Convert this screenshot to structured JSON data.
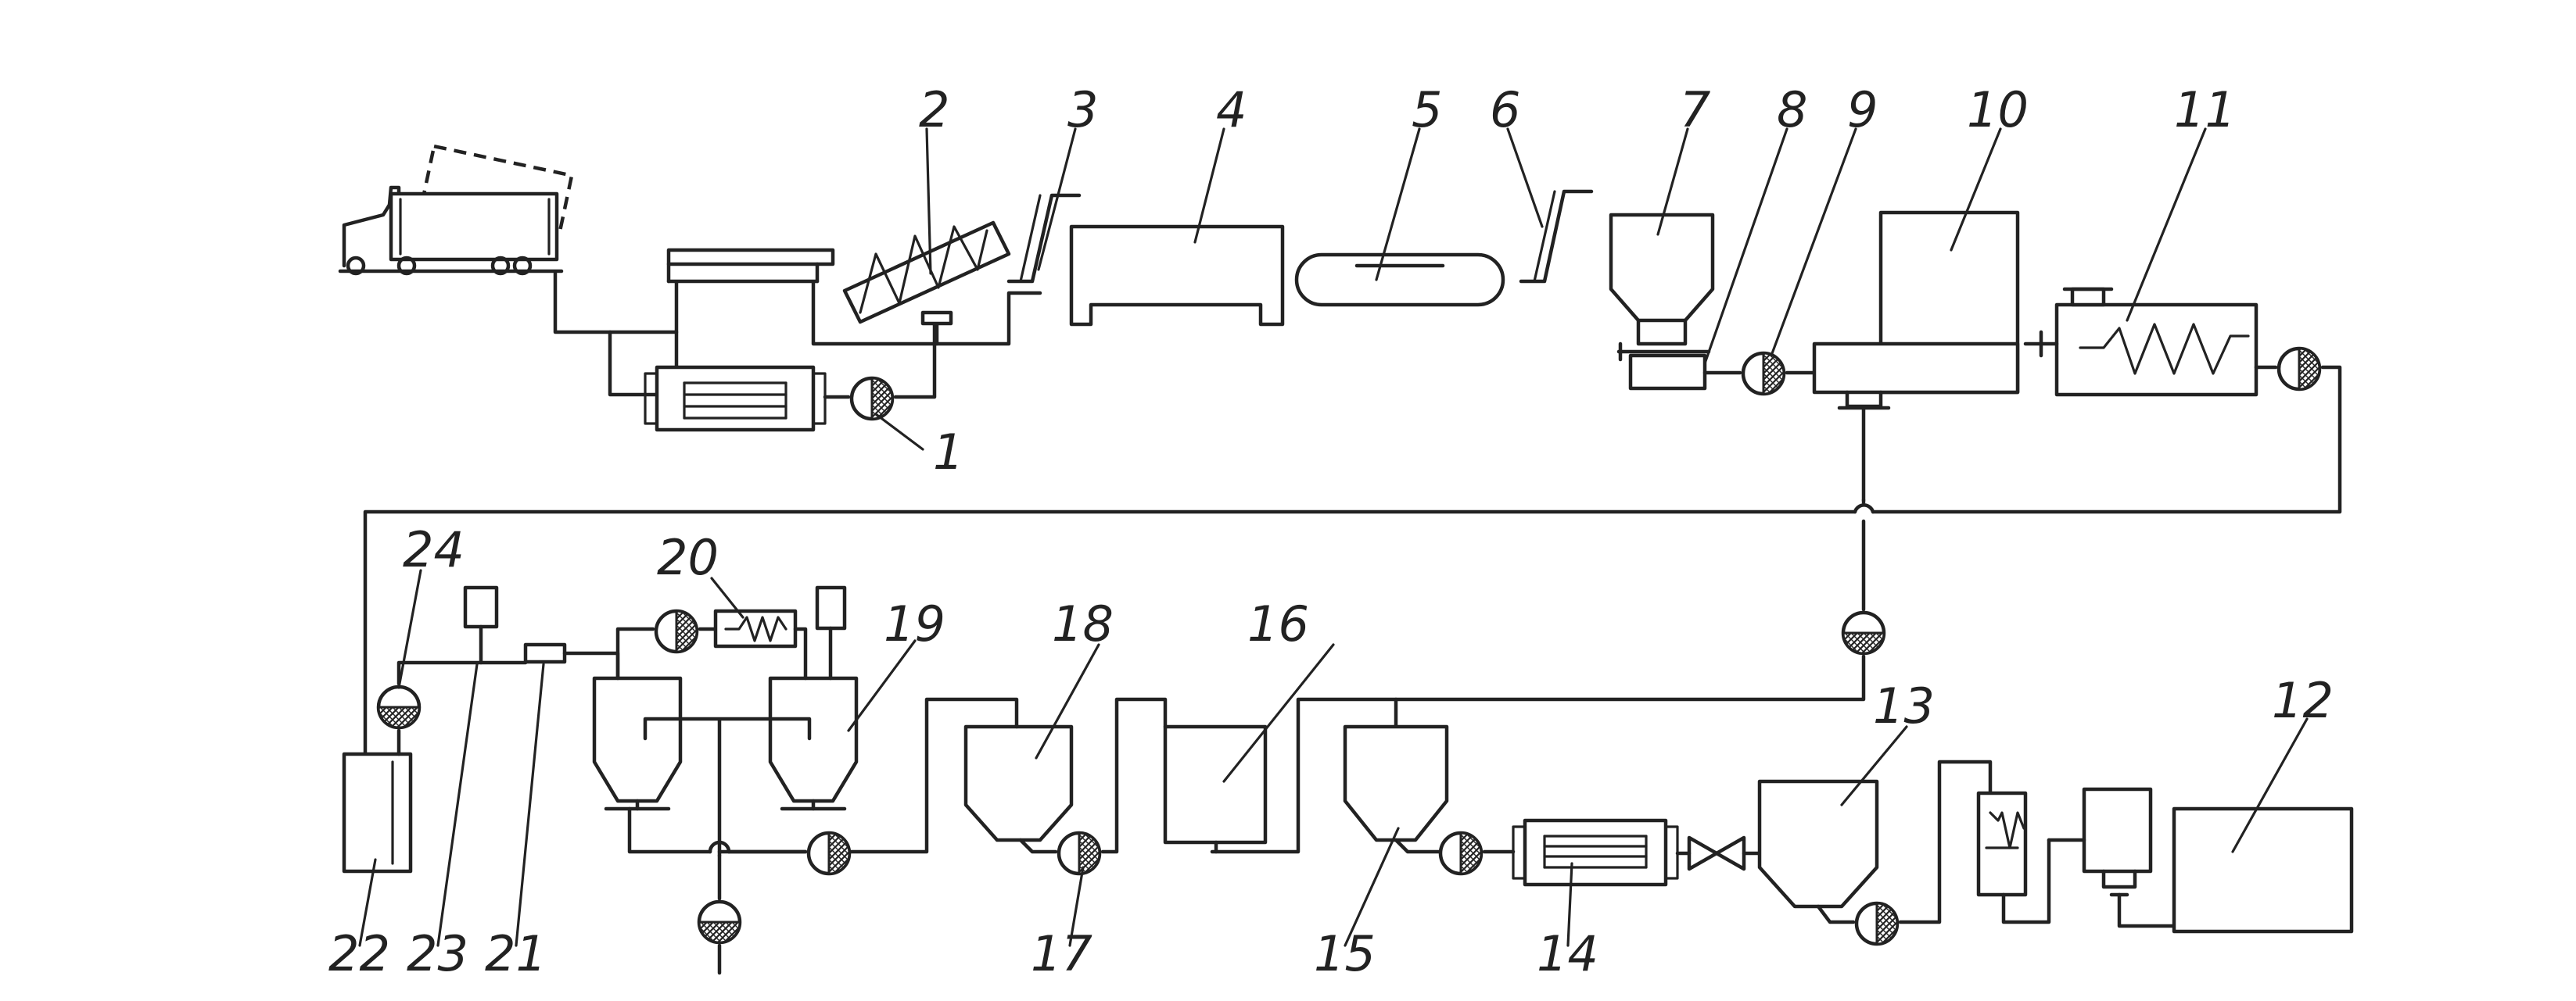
{
  "labels": {
    "n1": "1",
    "n2": "2",
    "n3": "3",
    "n4": "4",
    "n5": "5",
    "n6": "6",
    "n7": "7",
    "n8": "8",
    "n9": "9",
    "n10": "10",
    "n11": "11",
    "n12": "12",
    "n13": "13",
    "n14": "14",
    "n15": "15",
    "n16": "16",
    "n17": "17",
    "n18": "18",
    "n19": "19",
    "n20": "20",
    "n21": "21",
    "n22": "22",
    "n23": "23",
    "n24": "24"
  },
  "colors": {
    "ink": "#222222",
    "paper": "#ffffff"
  }
}
